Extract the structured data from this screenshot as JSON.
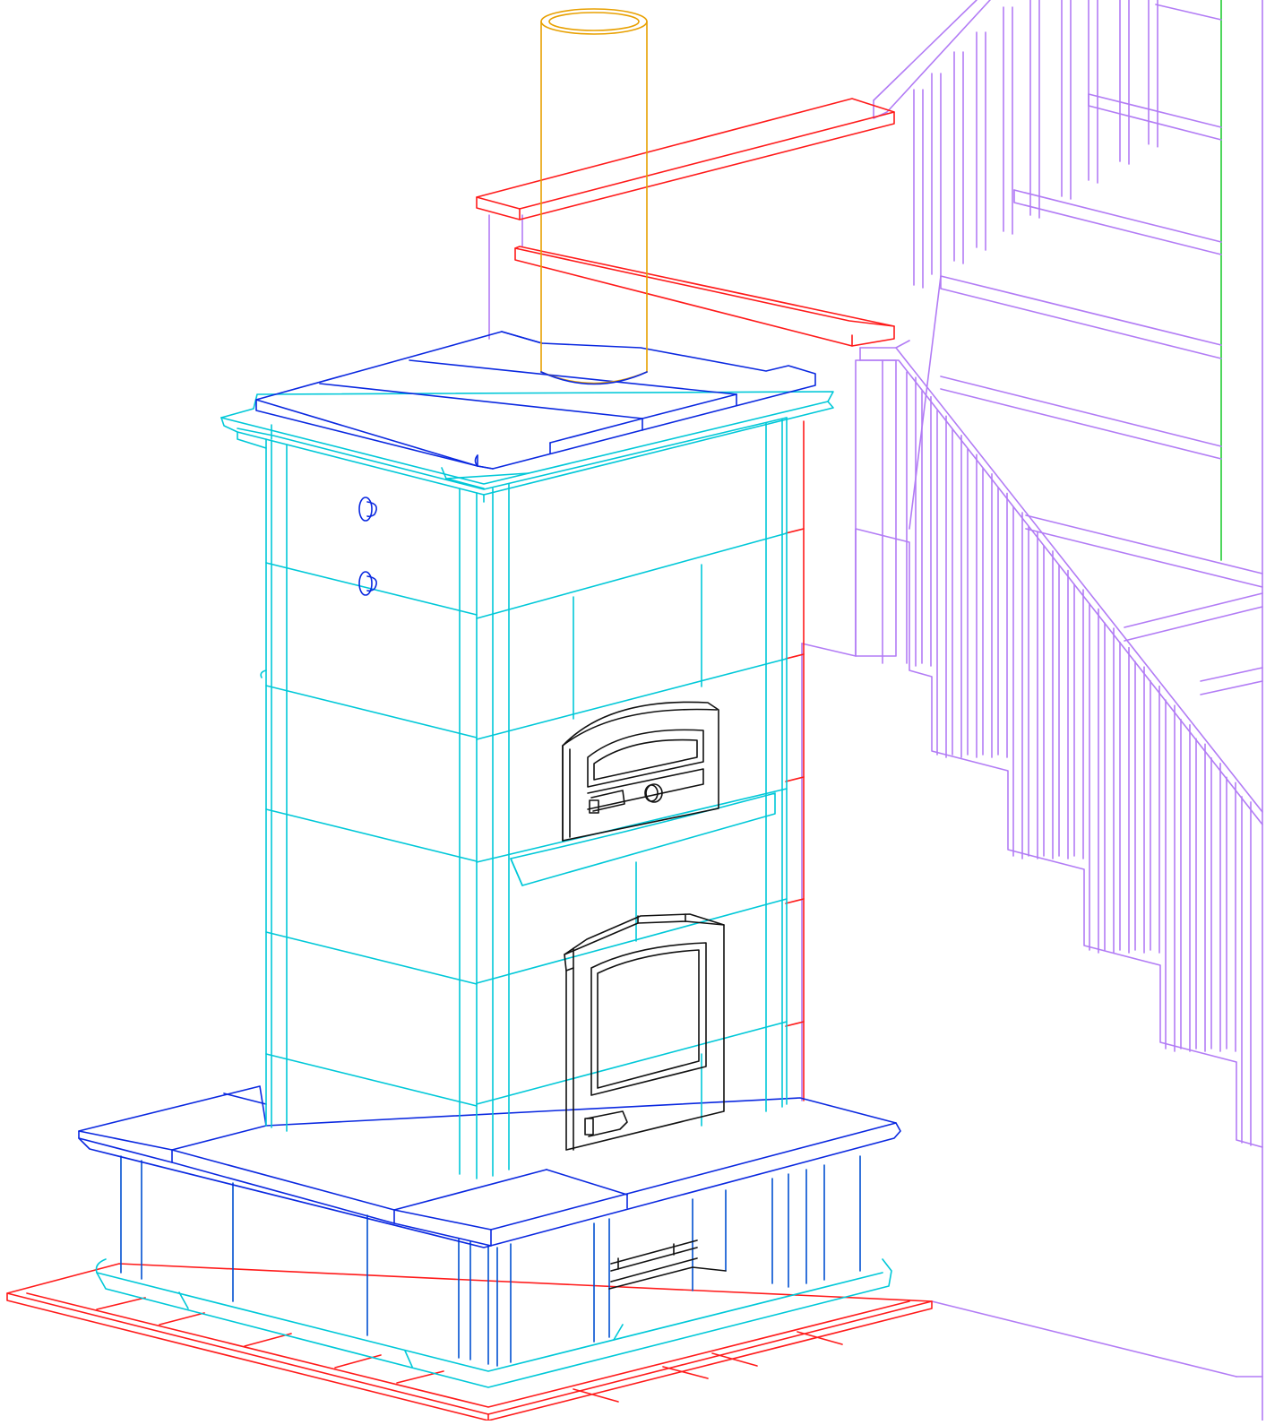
{
  "drawing": {
    "colors": {
      "chimney": "#e8a000",
      "tile": "#00c8d8",
      "cap_and_bench": "#0a28e0",
      "hearth_and_shelf": "#ff1a1a",
      "stairs": "#b27cf5",
      "wall_edge": "#22cc33",
      "doors": "#111111",
      "side_wall": "#ff3300",
      "base_blue": "#0050d0"
    },
    "components": [
      "chimney-pipe",
      "top-cap",
      "cornice",
      "tiled-body",
      "bake-oven-door",
      "firebox-door",
      "bench",
      "base-storage",
      "floor-hearth",
      "wall-shelves",
      "staircase",
      "railing"
    ]
  }
}
